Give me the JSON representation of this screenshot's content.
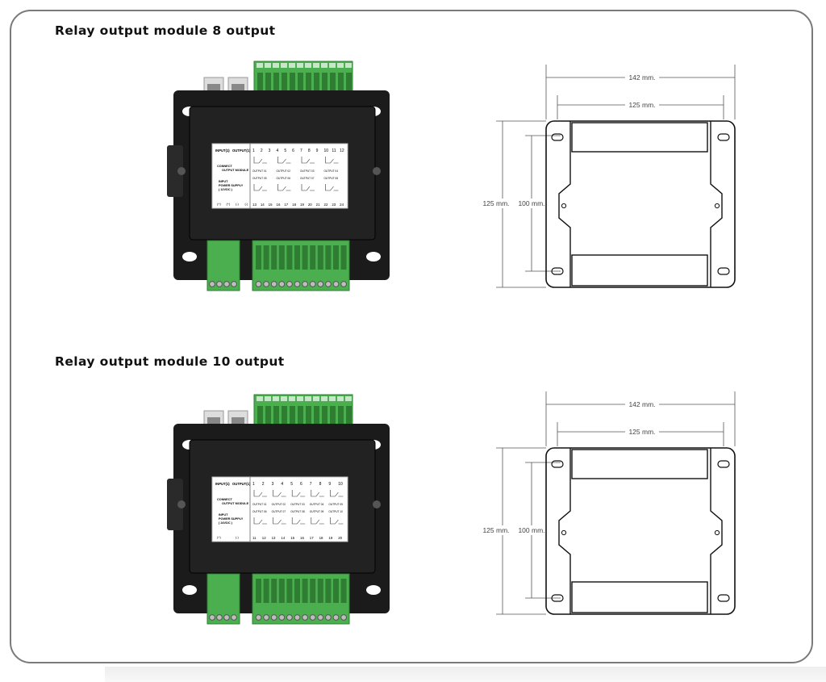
{
  "sections": [
    {
      "title": "Relay output module 8 output",
      "label": {
        "input_port": "INPUT(1)",
        "output_port": "OUTPUT(1)",
        "connect_module": "CONNECT OUTPUT MODULE",
        "power_supply_lines": [
          "INPUT",
          "POWER SUPPLY",
          "( 12VDC )"
        ],
        "power_pins": [
          "(+)",
          "(+)",
          "(-)",
          "(-)"
        ],
        "top_terminals": [
          "1",
          "2",
          "3",
          "4",
          "5",
          "6",
          "7",
          "8",
          "9",
          "10",
          "11",
          "12"
        ],
        "bottom_terminals": [
          "13",
          "14",
          "15",
          "16",
          "17",
          "18",
          "19",
          "20",
          "21",
          "22",
          "23",
          "24"
        ],
        "outputs_top": [
          "OUTPUT 01",
          "OUTPUT 02",
          "OUTPUT 03",
          "OUTPUT 04"
        ],
        "outputs_bottom": [
          "OUTPUT 05",
          "OUTPUT 06",
          "OUTPUT 07",
          "OUTPUT 08"
        ]
      }
    },
    {
      "title": "Relay output module 10 output",
      "label": {
        "input_port": "INPUT(1)",
        "output_port": "OUTPUT(1)",
        "connect_module": "CONNECT OUTPUT MODULE",
        "power_supply_lines": [
          "INPUT",
          "POWER SUPPLY",
          "( 24VDC )"
        ],
        "power_pins": [
          "(+)",
          "(-)"
        ],
        "top_terminals": [
          "1",
          "2",
          "3",
          "4",
          "5",
          "6",
          "7",
          "8",
          "9",
          "10"
        ],
        "bottom_terminals": [
          "11",
          "12",
          "13",
          "14",
          "15",
          "16",
          "17",
          "18",
          "19",
          "20"
        ],
        "outputs_top": [
          "OUTPUT 01",
          "OUTPUT 02",
          "OUTPUT 03",
          "OUTPUT 04",
          "OUTPUT 05"
        ],
        "outputs_bottom": [
          "OUTPUT 06",
          "OUTPUT 07",
          "OUTPUT 08",
          "OUTPUT 09",
          "OUTPUT 10"
        ]
      }
    }
  ],
  "dimensions": {
    "overall_width": "142 mm.",
    "inner_width": "125 mm.",
    "overall_height": "125 mm.",
    "inner_height": "100 mm."
  }
}
